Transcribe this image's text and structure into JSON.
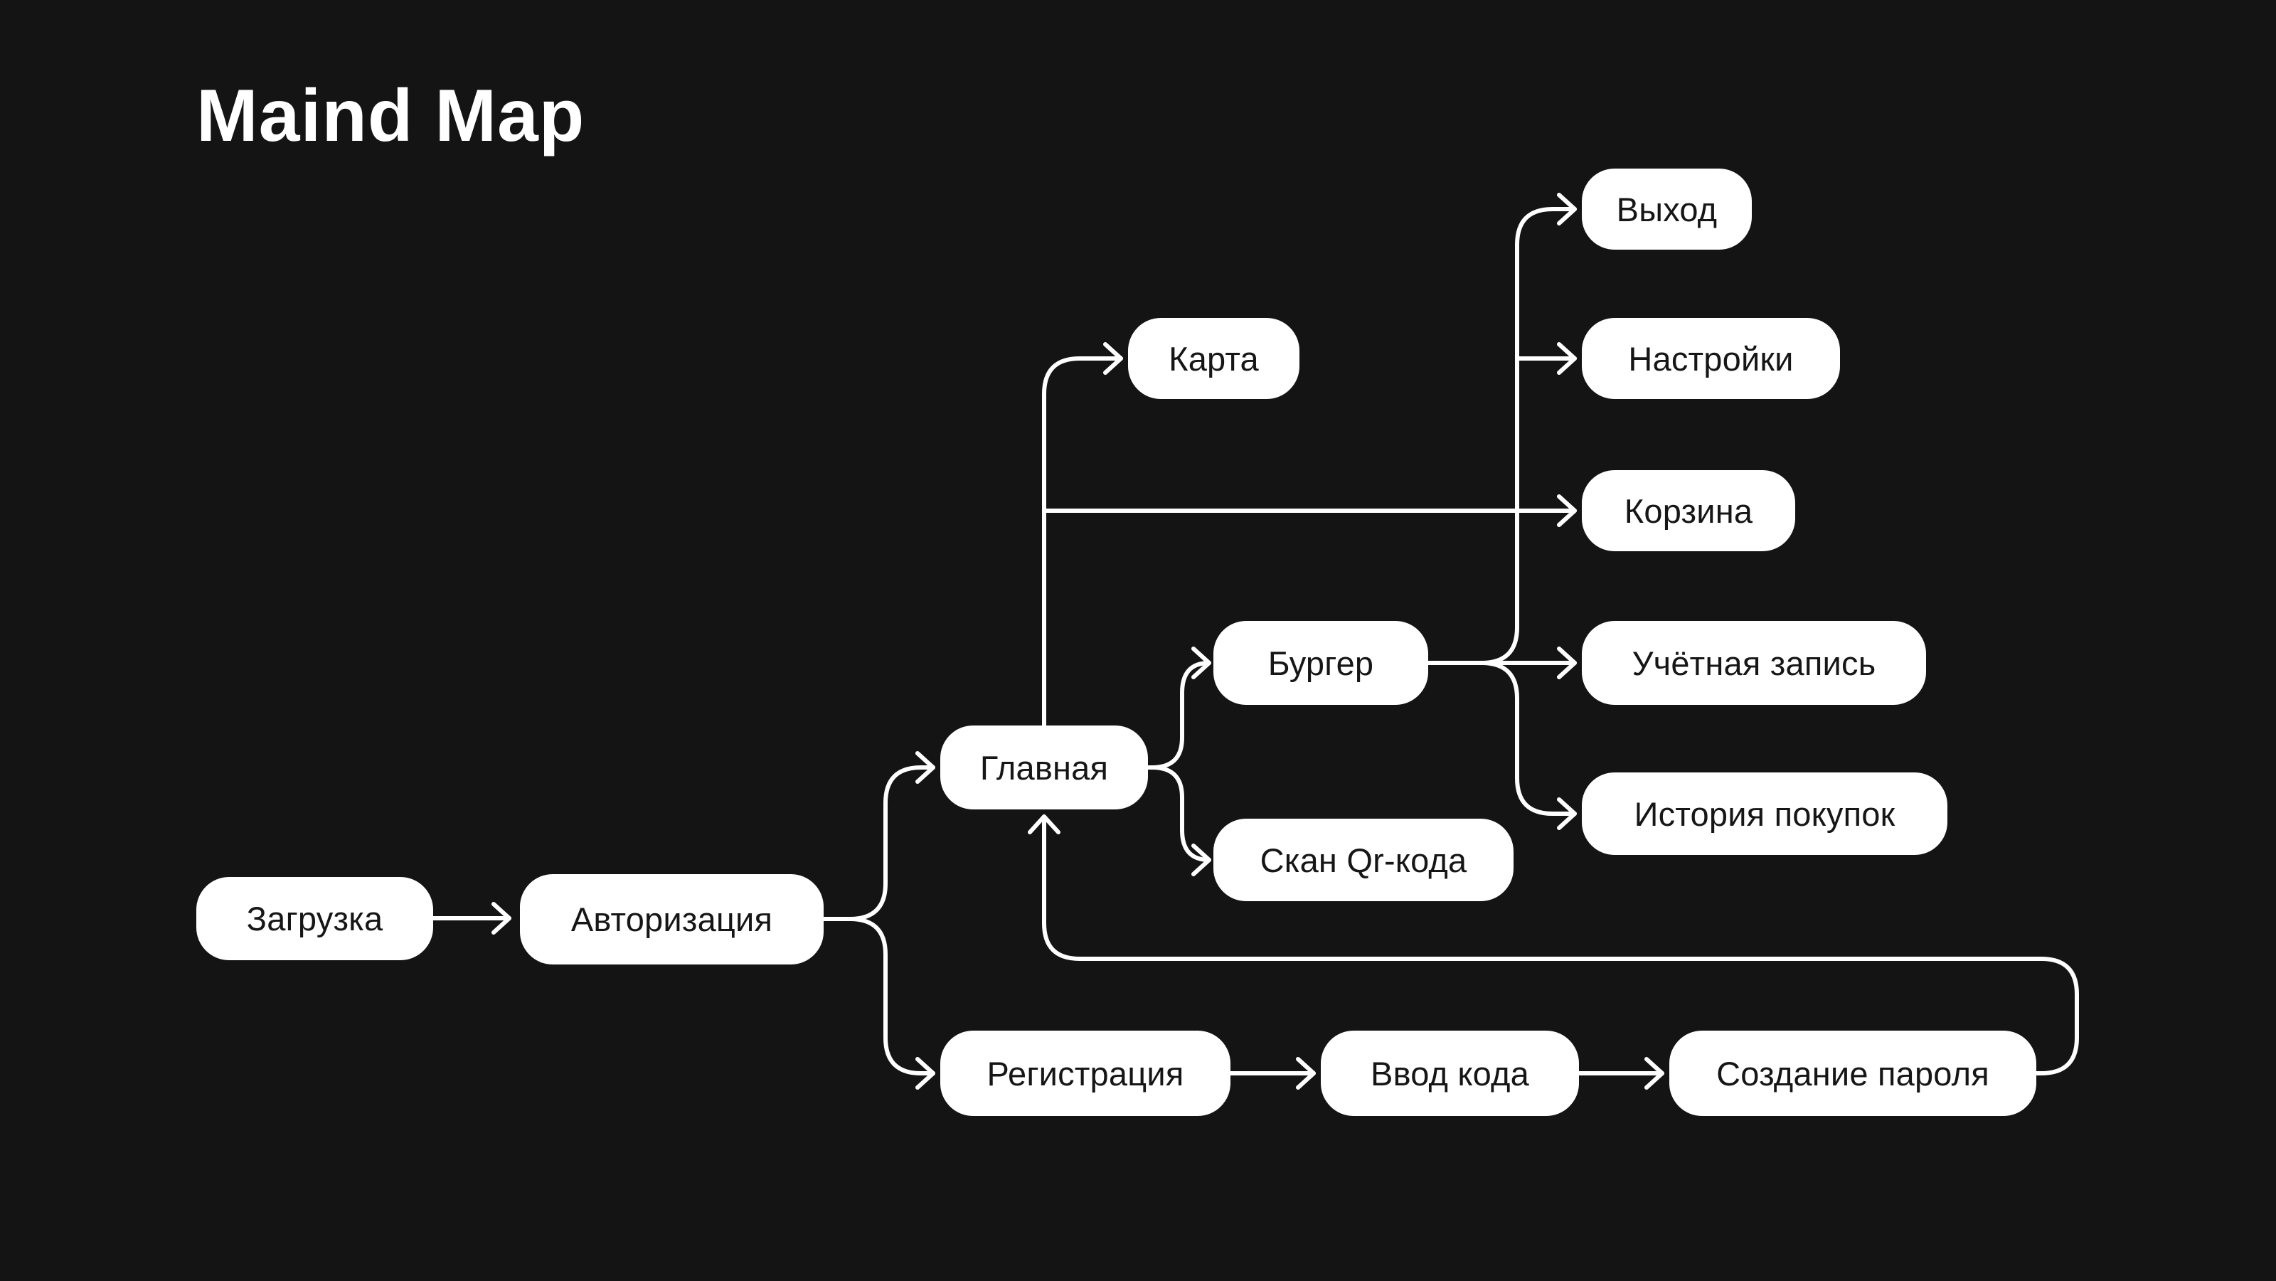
{
  "title": "Maind Map",
  "colors": {
    "background": "#141414",
    "node_background": "#ffffff",
    "node_text": "#161616",
    "connector": "#ffffff"
  },
  "nodes": [
    {
      "id": "zagruzka",
      "label": "Загрузка"
    },
    {
      "id": "avtorizaciya",
      "label": "Авторизация"
    },
    {
      "id": "glavnaya",
      "label": "Главная"
    },
    {
      "id": "karta",
      "label": "Карта"
    },
    {
      "id": "burger",
      "label": "Бургер"
    },
    {
      "id": "skan-qr",
      "label": "Скан Qr-кода"
    },
    {
      "id": "vyhod",
      "label": "Выход"
    },
    {
      "id": "nastroyki",
      "label": "Настройки"
    },
    {
      "id": "korzina",
      "label": "Корзина"
    },
    {
      "id": "uchetnaya-zapis",
      "label": "Учётная запись"
    },
    {
      "id": "istoriya-pokupok",
      "label": "История покупок"
    },
    {
      "id": "registraciya",
      "label": "Регистрация"
    },
    {
      "id": "vvod-koda",
      "label": "Ввод кода"
    },
    {
      "id": "sozdanie-parolya",
      "label": "Создание пароля"
    }
  ],
  "edges": [
    {
      "from": "zagruzka",
      "to": "avtorizaciya"
    },
    {
      "from": "avtorizaciya",
      "to": "glavnaya"
    },
    {
      "from": "avtorizaciya",
      "to": "registraciya"
    },
    {
      "from": "glavnaya",
      "to": "karta"
    },
    {
      "from": "glavnaya",
      "to": "korzina"
    },
    {
      "from": "glavnaya",
      "to": "burger"
    },
    {
      "from": "glavnaya",
      "to": "skan-qr"
    },
    {
      "from": "burger",
      "to": "vyhod"
    },
    {
      "from": "burger",
      "to": "nastroyki"
    },
    {
      "from": "burger",
      "to": "uchetnaya-zapis"
    },
    {
      "from": "burger",
      "to": "istoriya-pokupok"
    },
    {
      "from": "registraciya",
      "to": "vvod-koda"
    },
    {
      "from": "vvod-koda",
      "to": "sozdanie-parolya"
    },
    {
      "from": "sozdanie-parolya",
      "to": "glavnaya"
    }
  ]
}
